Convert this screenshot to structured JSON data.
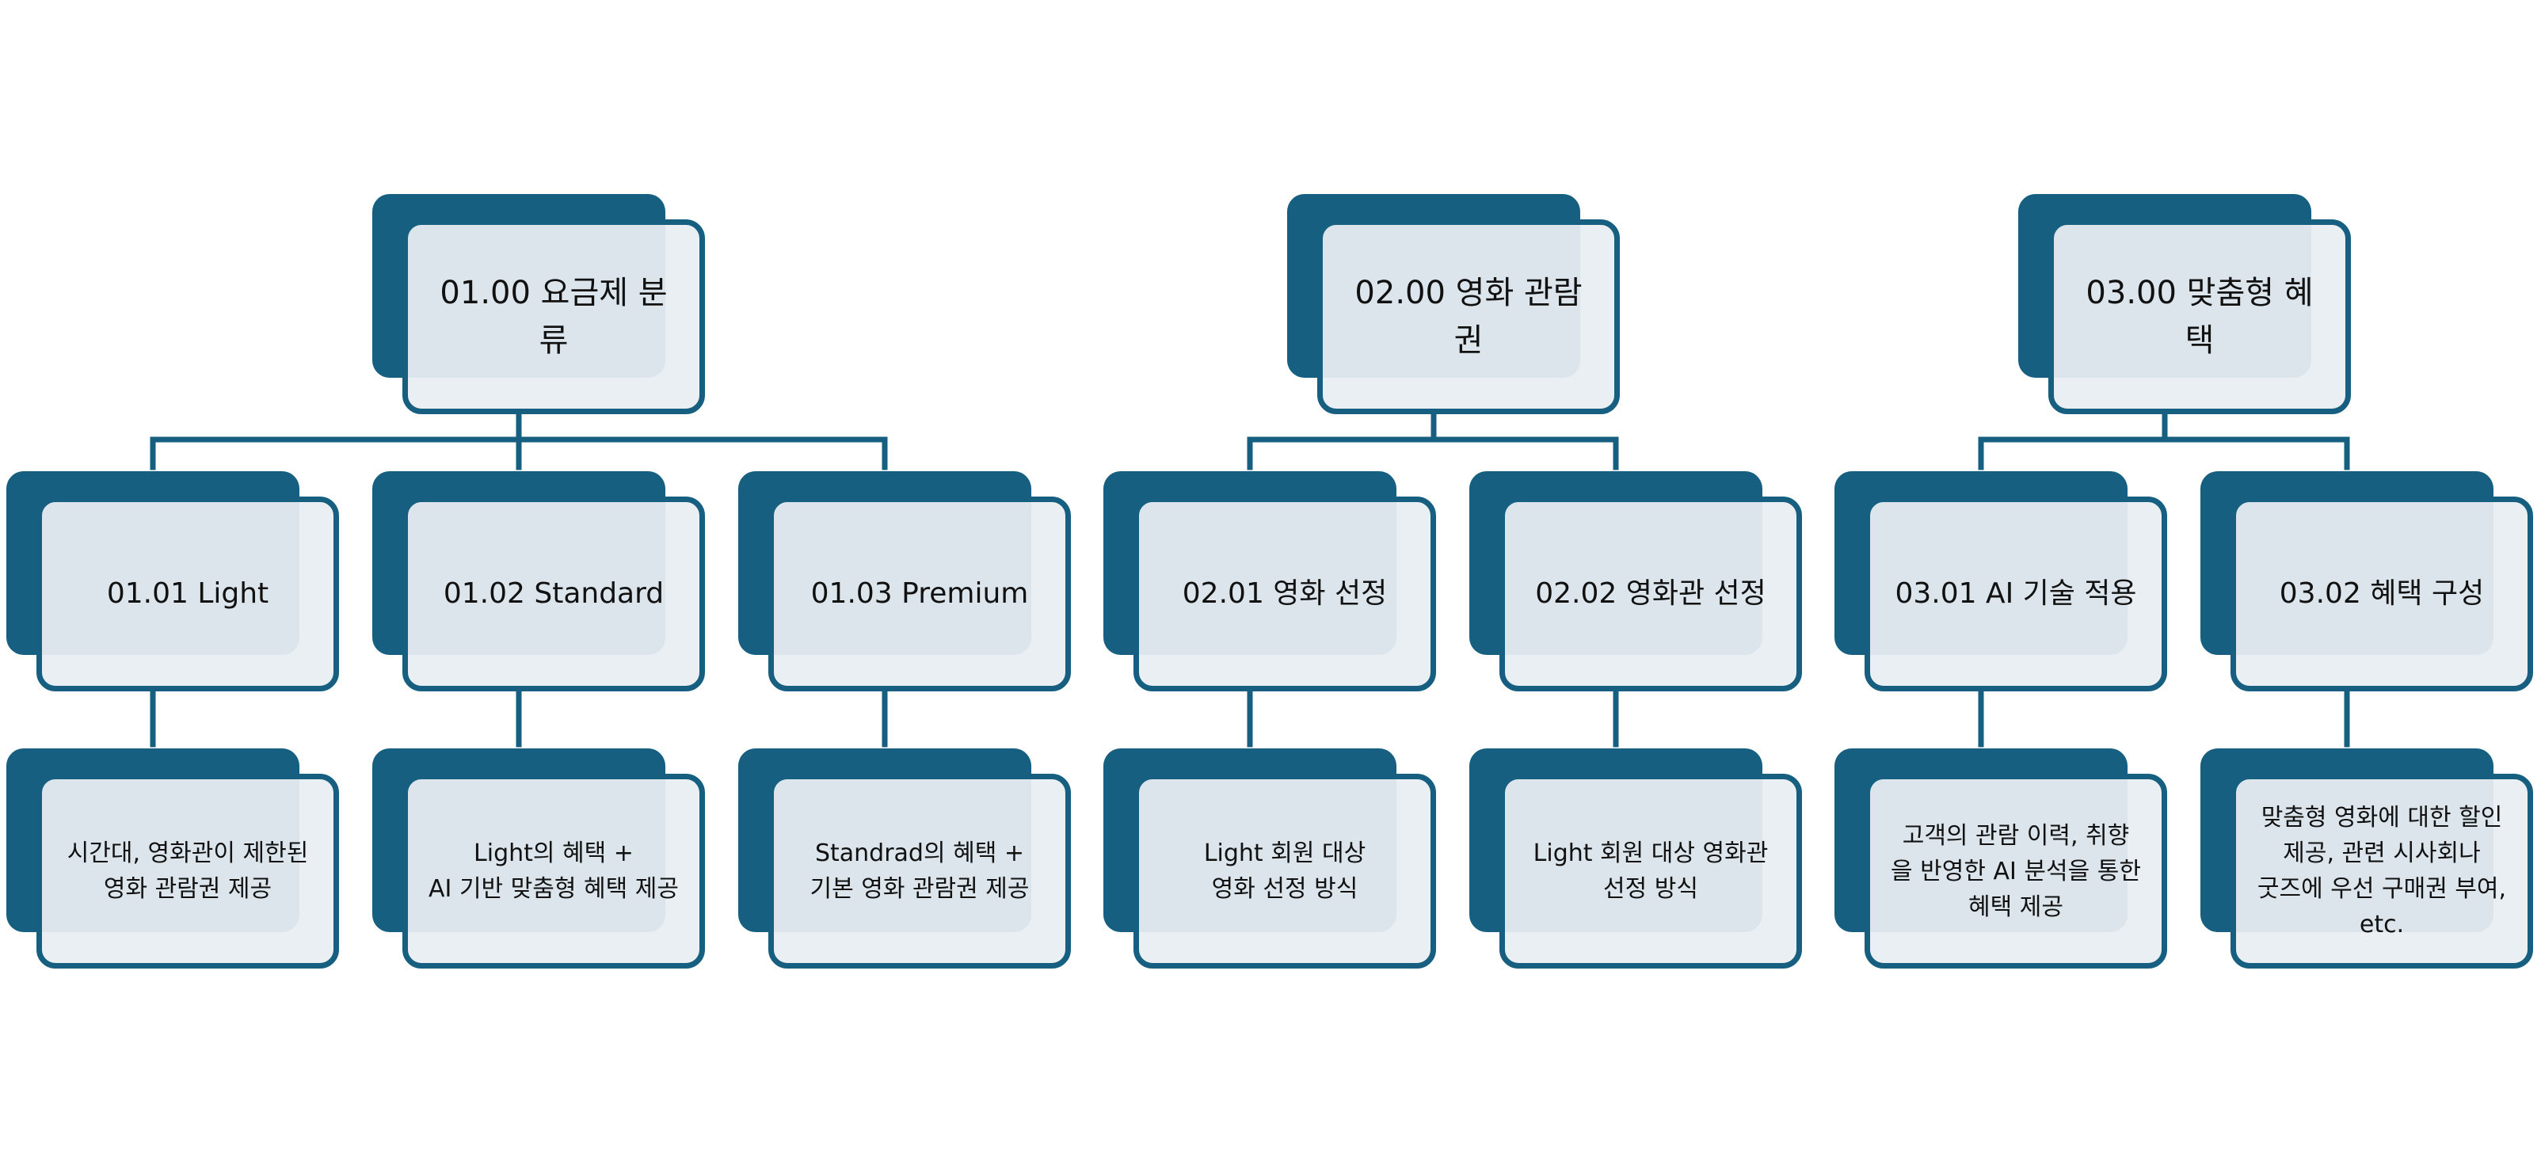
{
  "colors": {
    "accent": "#165f80",
    "card_fill": "#e8eef1",
    "text": "#111111"
  },
  "groups": [
    {
      "title": "01.00 요금제 분류",
      "children": [
        {
          "title": "01.01 Light",
          "desc": "시간대, 영화관이 제한된\n영화 관람권 제공"
        },
        {
          "title": "01.02 Standard",
          "desc": "Light의 혜택 +\nAI 기반 맞춤형 혜택 제공"
        },
        {
          "title": "01.03 Premium",
          "desc": "Standrad의 혜택 +\n기본 영화 관람권 제공"
        }
      ]
    },
    {
      "title": "02.00 영화 관람권",
      "children": [
        {
          "title": "02.01 영화 선정",
          "desc": "Light 회원 대상\n영화 선정 방식"
        },
        {
          "title": "02.02 영화관 선정",
          "desc": "Light 회원 대상 영화관\n선정 방식"
        }
      ]
    },
    {
      "title": "03.00 맞춤형 혜택",
      "children": [
        {
          "title": "03.01 AI 기술 적용",
          "desc": "고객의 관람 이력, 취향\n을 반영한 AI 분석을 통한\n혜택 제공"
        },
        {
          "title": "03.02 혜택 구성",
          "desc": "맞춤형 영화에 대한 할인\n제공, 관련 시사회나\n굿즈에 우선 구매권 부여,\netc."
        }
      ]
    }
  ]
}
